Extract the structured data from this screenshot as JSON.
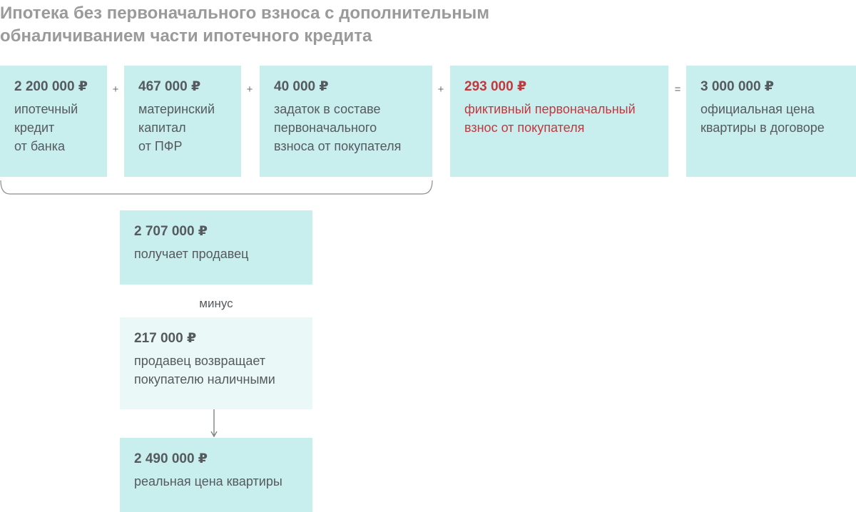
{
  "title": "Ипотека без первоначального взноса с дополнительным обналичиванием части ипотечного кредита",
  "row": [
    {
      "amount": "2 200 000 ₽",
      "desc": "ипотечный\nкредит\nот банка"
    },
    {
      "amount": "467 000 ₽",
      "desc": "материнский\nкапитал\nот ПФР"
    },
    {
      "amount": "40 000 ₽",
      "desc": "задаток в составе\nпервоначального\nвзноса от покупателя"
    },
    {
      "amount": "293 000 ₽",
      "desc": "фиктивный первоначальный\nвзнос от покупателя"
    },
    {
      "amount": "3 000 000 ₽",
      "desc": "официальная цена\nквартиры в договоре"
    }
  ],
  "operators": [
    "+",
    "+",
    "+",
    "="
  ],
  "received": {
    "amount": "2 707 000 ₽",
    "desc": "получает продавец"
  },
  "minus_label": "минус",
  "returned": {
    "amount": "217 000 ₽",
    "desc": "продавец возвращает\nпокупателю наличными"
  },
  "real": {
    "amount": "2 490 000 ₽",
    "desc": "реальная цена квартиры"
  },
  "colors": {
    "box": "#c9eeee",
    "box_light": "#eaf8f8",
    "highlight": "#c1393e",
    "title": "#9a9a9a"
  }
}
